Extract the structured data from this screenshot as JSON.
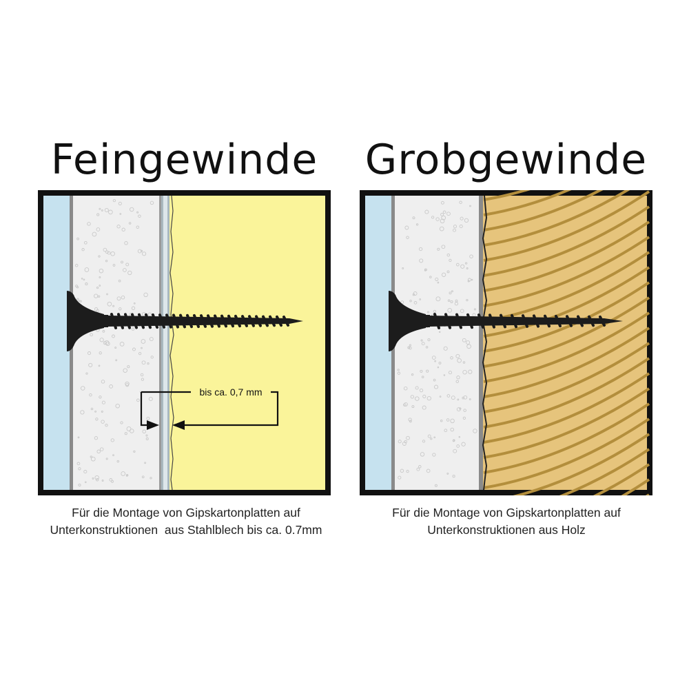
{
  "diagram": {
    "left": {
      "title": "Feingewinde",
      "dimension_label": "bis ca. 0,7 mm",
      "caption_line1": "Für die Montage von Gipskartonplatten auf",
      "caption_line2": "Unterkonstruktionen  aus Stahlblech bis ca. 0.7mm"
    },
    "right": {
      "title": "Grobgewinde",
      "caption_line1": "Für die Montage von Gipskartonplatten auf",
      "caption_line2": "Unterkonstruktionen aus Holz"
    }
  },
  "colors": {
    "frame": "#111111",
    "wall_layer": "#c6e2ef",
    "gypsum_board": "#efefef",
    "steel_profile": "#8f9da3",
    "fill_yellow": "#faf49a",
    "wood": "#e6c47c",
    "wood_grain": "#b38e3c",
    "screw": "#1c1c1c"
  }
}
